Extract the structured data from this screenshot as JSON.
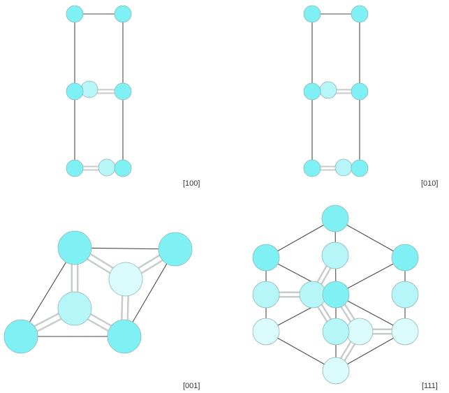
{
  "views": [
    {
      "id": "view-100",
      "label": "[100]"
    },
    {
      "id": "view-010",
      "label": "[010]"
    },
    {
      "id": "view-001",
      "label": "[001]"
    },
    {
      "id": "view-111",
      "label": "[111]"
    }
  ],
  "colors": {
    "atom_front": "#7ff0f4",
    "atom_mid": "#b6f6f8",
    "atom_back": "#dcfbfc",
    "atom_outline": "#8fb6b8",
    "cell_edge": "#4a4a4a",
    "bond": "#c8cccc",
    "background": "#ffffff"
  }
}
